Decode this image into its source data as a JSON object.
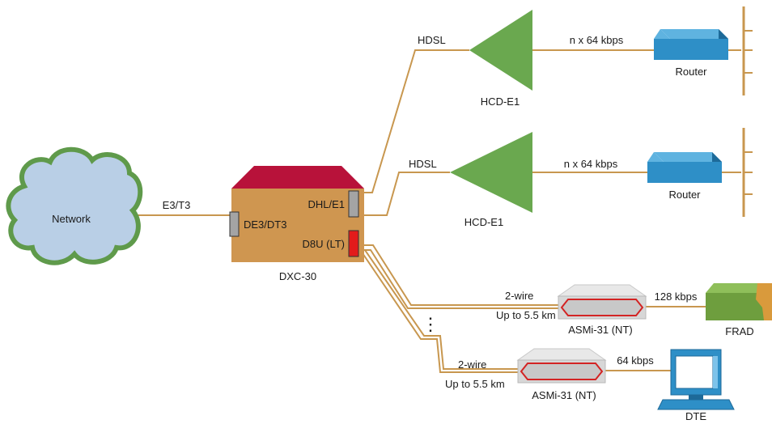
{
  "colors": {
    "link": "#c8974f",
    "amp": "#6aa84f",
    "dxc_body": "#cf9650",
    "dxc_roof": "#b8123a",
    "port_grey": "#a4a4a4",
    "port_red": "#e31b1b",
    "router": "#2e8fc7",
    "bus": "#c8974f",
    "cloud": "#b9cfe6",
    "cloud_edge": "#5f9a4b",
    "frad": "#6e9e3e",
    "frad_accent": "#d99a3c"
  },
  "labels": {
    "network": "Network",
    "e3t3": "E3/T3",
    "de3dt3": "DE3/DT3",
    "dhl_e1": "DHL/E1",
    "d8u_lt": "D8U (LT)",
    "dxc30": "DXC-30",
    "hdsl_top": "HDSL",
    "hdsl_mid": "HDSL",
    "hcd_top": "HCD-E1",
    "hcd_mid": "HCD-E1",
    "rate_top": "n x 64 kbps",
    "rate_mid": "n x 64 kbps",
    "router_top": "Router",
    "router_mid": "Router",
    "twowire_1": "2-wire",
    "upto_1": "Up to 5.5 km",
    "asmi_1": "ASMi-31 (NT)",
    "rate_frad": "128 kbps",
    "frad": "FRAD",
    "twowire_2": "2-wire",
    "upto_2": "Up to 5.5 km",
    "asmi_2": "ASMi-31 (NT)",
    "rate_dte": "64 kbps",
    "dte": "DTE",
    "ellipsis": "⋮"
  }
}
